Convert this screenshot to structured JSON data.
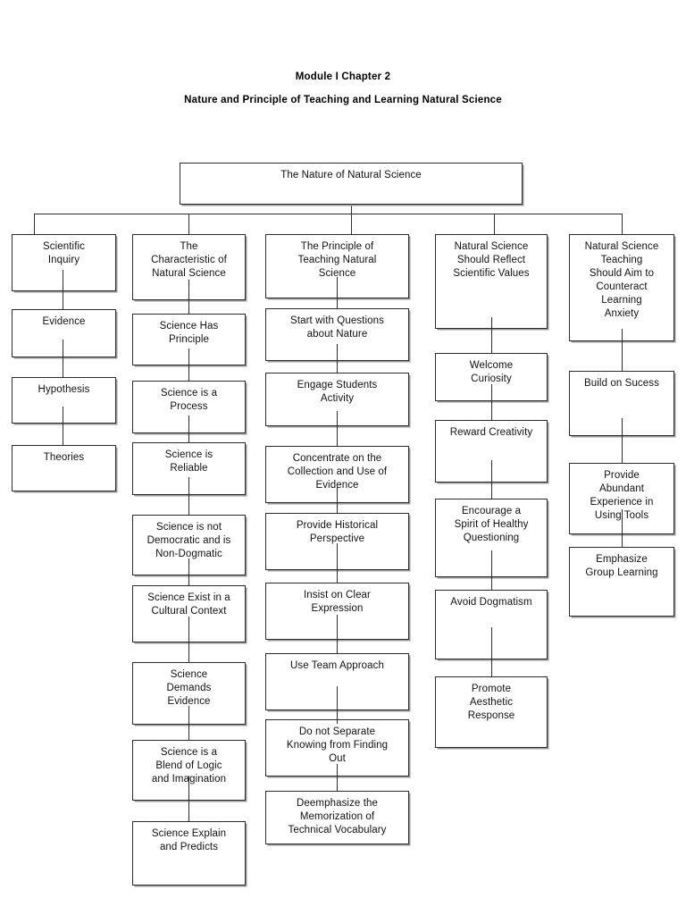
{
  "document": {
    "title_line1": "Module I Chapter 2",
    "title_line2": "Nature and Principle of Teaching and Learning Natural Science"
  },
  "diagram": {
    "type": "tree",
    "orientation": "top-down-then-vertical-chains",
    "root": {
      "label": "The Nature of Natural Science"
    },
    "branches": [
      {
        "branch_name": "scientific-inquiry",
        "nodes": [
          "Scientific\nInquiry",
          "Evidence",
          "Hypothesis",
          "Theories"
        ]
      },
      {
        "branch_name": "characteristic-of-natural-science",
        "nodes": [
          "The\nCharacteristic of\nNatural Science",
          "Science Has\nPrinciple",
          "Science is a\nProcess",
          "Science is\nReliable",
          "Science is not\nDemocratic and is\nNon-Dogmatic",
          "Science Exist in a\nCultural Context",
          "Science\nDemands\nEvidence",
          "Science is a\nBlend of Logic\nand Imagination",
          "Science Explain\nand Predicts"
        ]
      },
      {
        "branch_name": "principle-of-teaching-natural-science",
        "nodes": [
          "The Principle of\nTeaching Natural\nScience",
          "Start with Questions\nabout Nature",
          "Engage Students\nActivity",
          "Concentrate on the\nCollection and Use of\nEvidence",
          "Provide Historical\nPerspective",
          "Insist on Clear\nExpression",
          "Use Team Approach",
          "Do not Separate\nKnowing from Finding\nOut",
          "Deemphasize the\nMemorization of\nTechnical Vocabulary"
        ]
      },
      {
        "branch_name": "reflect-scientific-values",
        "nodes": [
          "Natural Science\nShould Reflect\nScientific Values",
          "Welcome\nCuriosity",
          "Reward Creativity",
          "Encourage a\nSpirit of Healthy\nQuestioning",
          "Avoid Dogmatism",
          "Promote\nAesthetic\nResponse"
        ]
      },
      {
        "branch_name": "counteract-learning-anxiety",
        "nodes": [
          "Natural Science\nTeaching\nShould Aim to\nCounteract\nLearning\nAnxiety",
          "Build on Sucess",
          "Provide\nAbundant\nExperience in\nUsing Tools",
          "Emphasize\nGroup Learning"
        ]
      }
    ]
  },
  "style": {
    "line_color": "#2b2b2b",
    "background": "#ffffff",
    "text_color": "#111111"
  }
}
